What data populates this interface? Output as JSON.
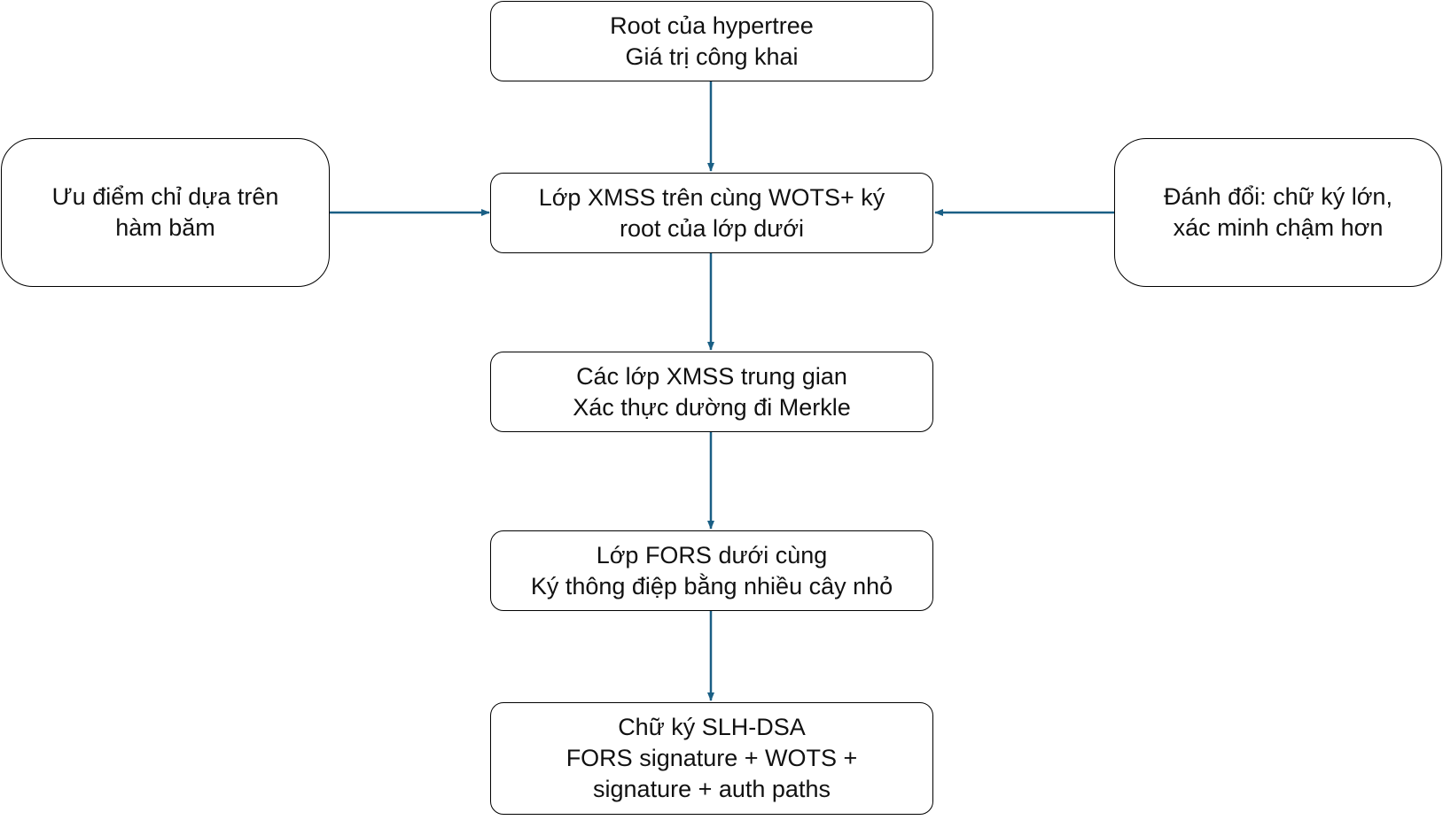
{
  "diagram": {
    "colors": {
      "arrow": "#1a5f85",
      "box_border": "#000000",
      "text": "#111111"
    },
    "nodes": {
      "root": {
        "line1": "Root của hypertree",
        "line2": "Giá trị công khai"
      },
      "top_layer": {
        "line1": "Lớp XMSS trên cùng WOTS+ ký",
        "line2": "root của lớp dưới"
      },
      "intermediate": {
        "line1": "Các lớp XMSS trung gian",
        "line2": "Xác thực dường đi Merkle"
      },
      "fors": {
        "line1": "Lớp FORS dưới cùng",
        "line2": "Ký thông điệp bằng nhiều cây nhỏ"
      },
      "signature": {
        "line1": "Chữ ký SLH-DSA",
        "line2": "FORS signature + WOTS +",
        "line3": "signature + auth paths"
      },
      "advantage": {
        "line1": "Ưu điểm chỉ dựa trên",
        "line2": "hàm băm"
      },
      "tradeoff": {
        "line1": "Đánh đổi: chữ ký lớn,",
        "line2": "xác minh chậm hơn"
      }
    },
    "edges": [
      {
        "from": "root",
        "to": "top_layer"
      },
      {
        "from": "top_layer",
        "to": "intermediate"
      },
      {
        "from": "intermediate",
        "to": "fors"
      },
      {
        "from": "fors",
        "to": "signature"
      },
      {
        "from": "advantage",
        "to": "top_layer"
      },
      {
        "from": "tradeoff",
        "to": "top_layer"
      }
    ]
  }
}
